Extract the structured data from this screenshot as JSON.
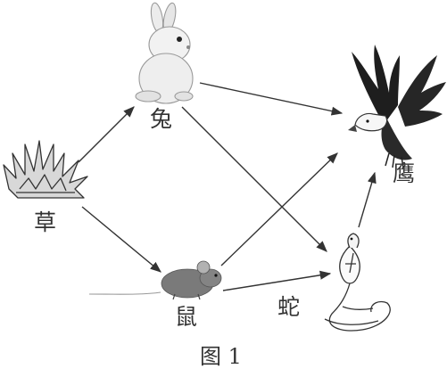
{
  "nodes": {
    "grass": {
      "label": "草",
      "icon": "grass-icon"
    },
    "rabbit": {
      "label": "兔",
      "icon": "rabbit-icon"
    },
    "mouse": {
      "label": "鼠",
      "icon": "mouse-icon"
    },
    "snake": {
      "label": "蛇",
      "icon": "cobra-icon"
    },
    "eagle": {
      "label": "鹰",
      "icon": "eagle-icon"
    }
  },
  "edges": [
    {
      "from": "草",
      "to": "兔"
    },
    {
      "from": "草",
      "to": "鼠"
    },
    {
      "from": "兔",
      "to": "鹰"
    },
    {
      "from": "兔",
      "to": "蛇"
    },
    {
      "from": "鼠",
      "to": "鹰"
    },
    {
      "from": "鼠",
      "to": "蛇"
    },
    {
      "from": "蛇",
      "to": "鹰"
    }
  ],
  "caption": "图 1"
}
